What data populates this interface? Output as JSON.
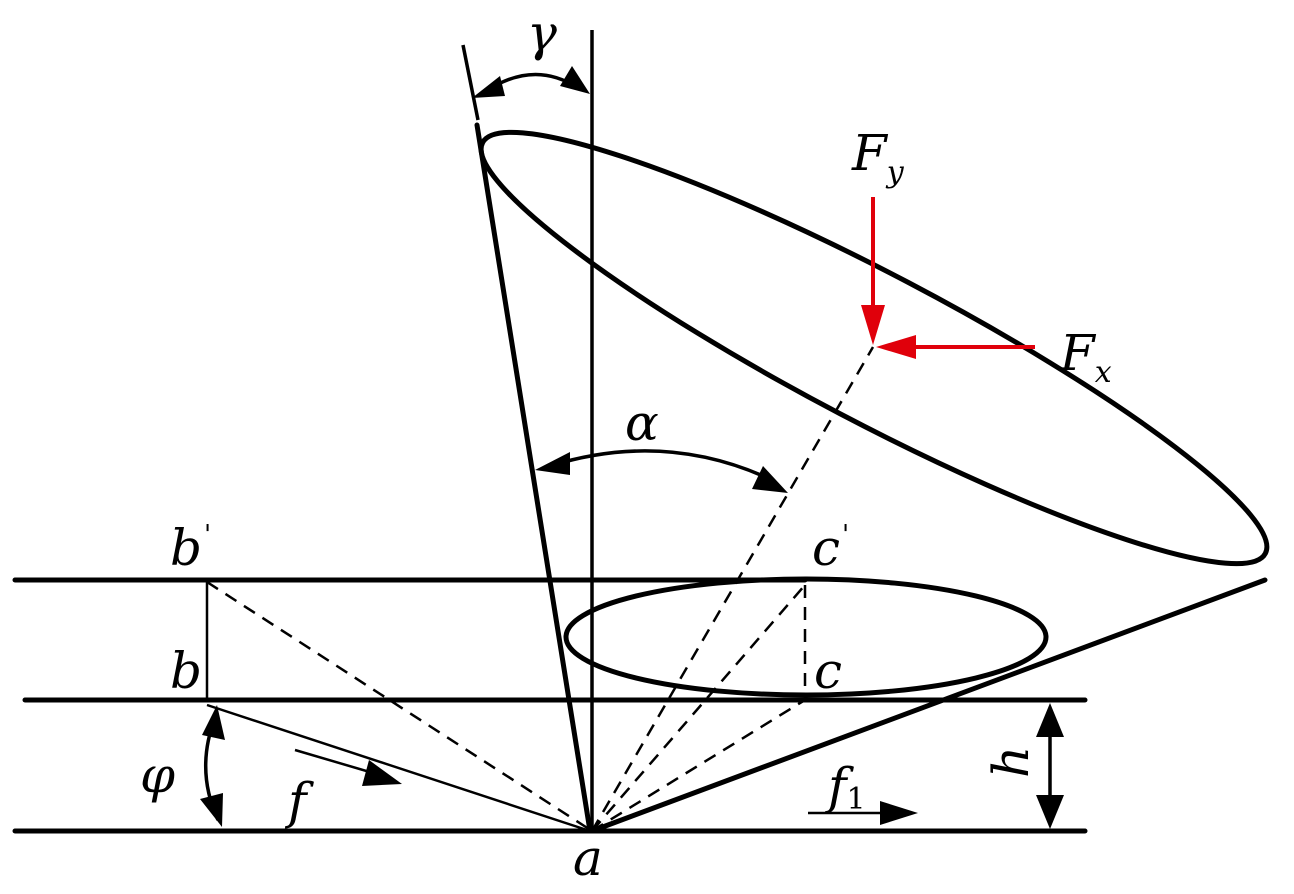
{
  "labels": {
    "gamma": "γ",
    "alpha": "α",
    "phi": "φ",
    "f": "f",
    "f1_main": "f",
    "f1_sub": "1",
    "h": "h",
    "a": "a",
    "b": "b",
    "b_prime_main": "b",
    "b_prime_mark": "'",
    "c": "c",
    "c_prime_main": "c",
    "c_prime_mark": "'",
    "fy_main": "F",
    "fy_sub": "y",
    "fx_main": "F",
    "fx_sub": "x"
  },
  "colors": {
    "line": "#000000",
    "force": "#e0000b",
    "background": "#ffffff"
  }
}
